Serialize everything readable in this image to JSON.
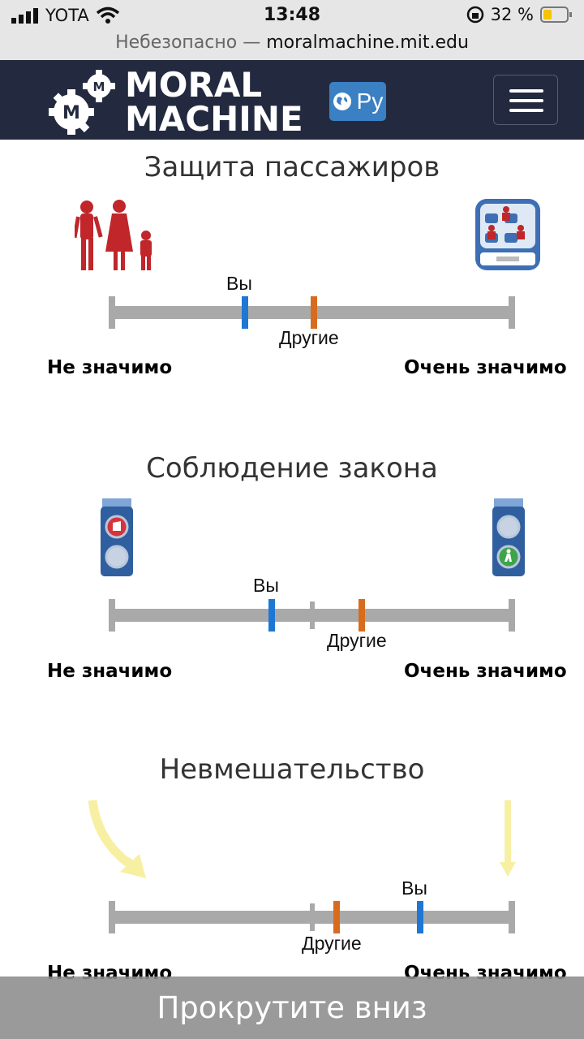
{
  "status_bar": {
    "carrier": "YOTA",
    "time": "13:48",
    "battery": "32 %"
  },
  "url_bar": {
    "security": "Небезопасно —",
    "domain": "moralmachine.mit.edu"
  },
  "header": {
    "logo_line1": "MORAL",
    "logo_line2": "MACHINE",
    "lang_label": "Ру"
  },
  "sections": [
    {
      "title": "Защита пассажиров",
      "you_label": "Вы",
      "others_label": "Другие",
      "you_value": 0.33,
      "others_value": 0.5,
      "left_label": "Не значимо",
      "right_label": "Очень значимо"
    },
    {
      "title": "Соблюдение закона",
      "you_label": "Вы",
      "others_label": "Другие",
      "you_value": 0.4,
      "others_value": 0.62,
      "left_label": "Не значимо",
      "right_label": "Очень значимо"
    },
    {
      "title": "Невмешательство",
      "you_label": "Вы",
      "others_label": "Другие",
      "you_value": 0.77,
      "others_value": 0.56,
      "left_label": "Не значимо",
      "right_label": "Очень значимо"
    }
  ],
  "footer": {
    "scroll_label": "Прокрутите вниз"
  },
  "colors": {
    "you": "#1f77d4",
    "others": "#d86c1e",
    "navbar": "#232a3f",
    "track": "#a9a9a9"
  },
  "icons": [
    "signal-icon",
    "wifi-icon",
    "lock-rotation-icon",
    "battery-icon",
    "gear-logo-icon",
    "globe-icon",
    "hamburger-menu-icon",
    "pedestrians-icon",
    "car-passengers-icon",
    "traffic-light-stop-icon",
    "traffic-light-go-icon",
    "swerve-arrow-icon",
    "straight-arrow-icon"
  ]
}
